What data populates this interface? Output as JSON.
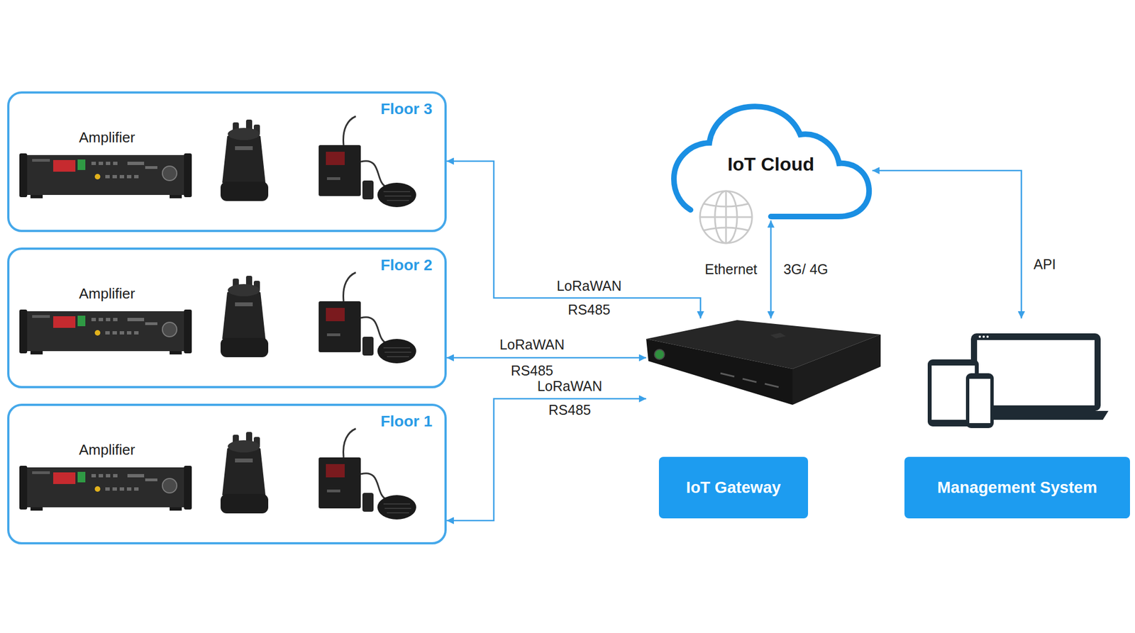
{
  "diagram": {
    "nodes": [
      {
        "text": [
          "Floor 3",
          "Amplifier"
        ]
      },
      {
        "text": [
          "Floor 2",
          "Amplifier"
        ]
      },
      {
        "text": [
          "Floor 1",
          "Amplifier"
        ]
      },
      {
        "text": [
          "IoT Cloud"
        ]
      },
      {
        "text": [
          "IoT Gateway"
        ]
      },
      {
        "text": [
          "Management System"
        ]
      }
    ],
    "edges": [
      {
        "from": 0,
        "to": 4,
        "arrow": "both",
        "label": "LoRaWAN"
      },
      {
        "from": 1,
        "to": 4,
        "arrow": "both",
        "label": "LoRaWAN"
      },
      {
        "from": 2,
        "to": 4,
        "arrow": "both",
        "label": "LoRaWAN"
      },
      {
        "from": 4,
        "to": 3,
        "arrow": "both"
      },
      {
        "from": 3,
        "to": 5,
        "arrow": "both",
        "label": "API"
      }
    ],
    "labels": [
      "RS485",
      "RS485",
      "RS485",
      "Ethernet",
      "3G/ 4G"
    ]
  }
}
